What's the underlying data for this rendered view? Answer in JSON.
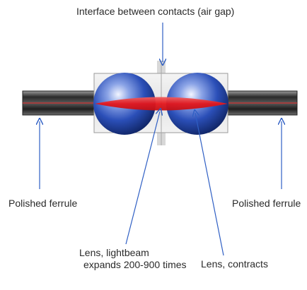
{
  "labels": {
    "interface": "Interface between contacts (air gap)",
    "ferrule_left": "Polished ferrule",
    "ferrule_right": "Polished ferrule",
    "lens_expands_line1": "Lens, lightbeam",
    "lens_expands_line2": "expands 200-900 times",
    "lens_contracts": "Lens, contracts"
  },
  "colors": {
    "arrow": "#2f5fc4",
    "beam": "#e8262a",
    "lens": "#1d3f9c",
    "ferrule": "#3a3a3a"
  }
}
